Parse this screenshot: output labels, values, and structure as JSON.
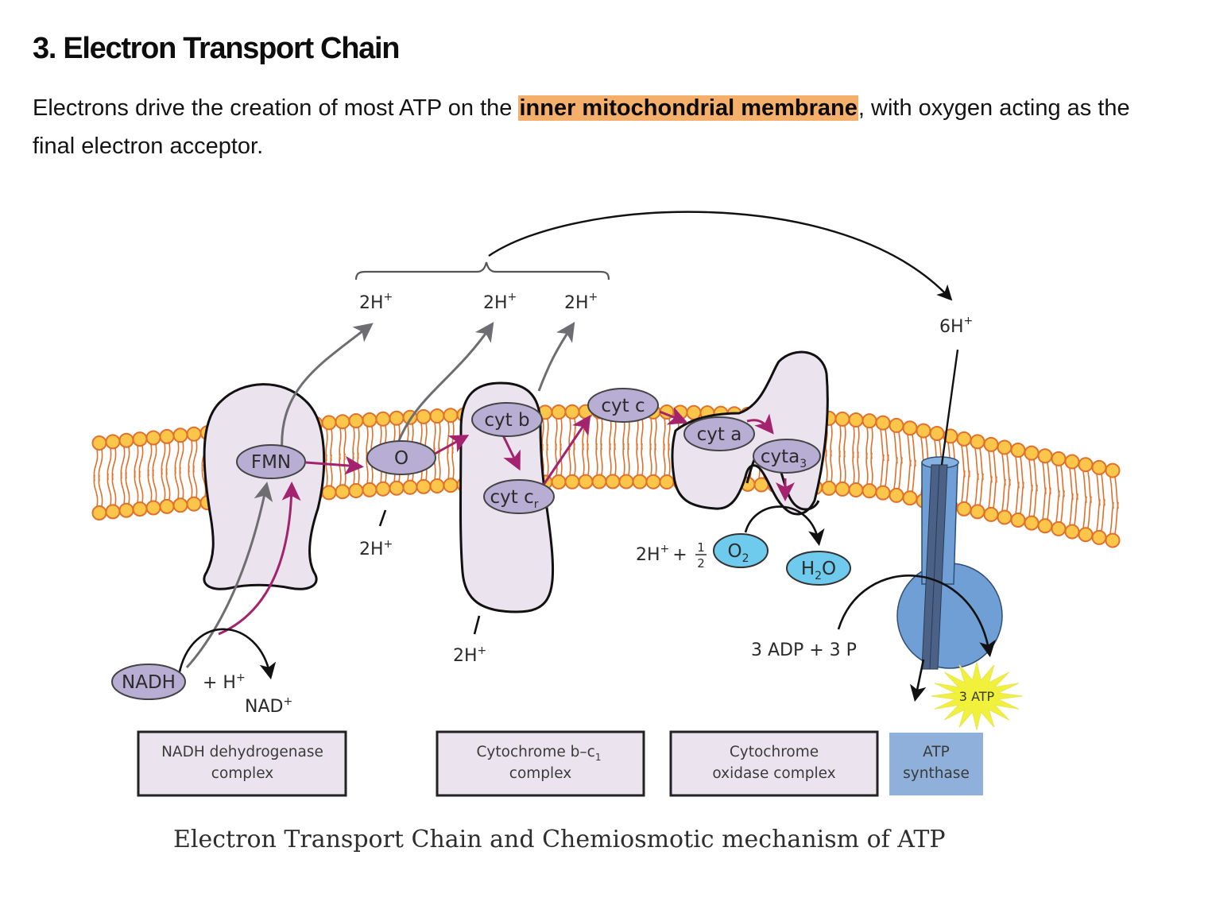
{
  "section": {
    "heading": "3. Electron Transport Chain",
    "paragraph": {
      "before": "Electrons drive the creation of most ATP on the ",
      "highlight": "inner mitochondrial membrane",
      "after": ", with oxygen acting as the final electron acceptor."
    },
    "highlight_color": "#f4b06a"
  },
  "figure": {
    "caption": "Electron Transport Chain and Chemiosmotic mechanism of ATP",
    "colors": {
      "lipid_head": "#fcc64a",
      "lipid_stroke": "#e0702a",
      "complex_fill": "#ebe4ee",
      "carrier_fill": "#b8aed4",
      "electron_arrow": "#a3236e",
      "proton_arrow": "#6e6e72",
      "oxygen_fill": "#6fcbed",
      "atp_synthase": "#6f9fd4",
      "atp_burst": "#f1f03a"
    },
    "proton_labels": {
      "top_1": "2H",
      "top_2": "2H",
      "top_3": "2H",
      "synthase": "6H",
      "matrix_1": "2H",
      "matrix_2": "2H",
      "plus": "+"
    },
    "carriers": {
      "fmn": "FMN",
      "q": "O",
      "cyt_b": "cyt b",
      "cyt_c1": "cyt c",
      "cyt_c1_sub": "r",
      "cyt_c": "cyt c",
      "cyt_a": "cyt a",
      "cyt_a3": "cyta",
      "cyt_a3_sub": "3",
      "nadh": "NADH"
    },
    "reactions": {
      "nadh_plus": "+ H",
      "nad_plus": "NAD",
      "oxygen_left": "2H",
      "oxygen_plus_half": "+",
      "half_num": "1",
      "half_den": "2",
      "o2": "O",
      "o2_sub": "2",
      "h2o_h": "H",
      "h2o_sub": "2",
      "h2o_o": "O",
      "adp": "3 ADP + 3 P",
      "atp_burst": "3 ATP"
    },
    "complexes": [
      {
        "line1": "NADH dehydrogenase",
        "line2": "complex"
      },
      {
        "line1": "Cytochrome b–c",
        "line1_sub": "1",
        "line2": "complex"
      },
      {
        "line1": "Cytochrome",
        "line2": "oxidase complex"
      },
      {
        "line1": "ATP",
        "line2": "synthase"
      }
    ]
  }
}
